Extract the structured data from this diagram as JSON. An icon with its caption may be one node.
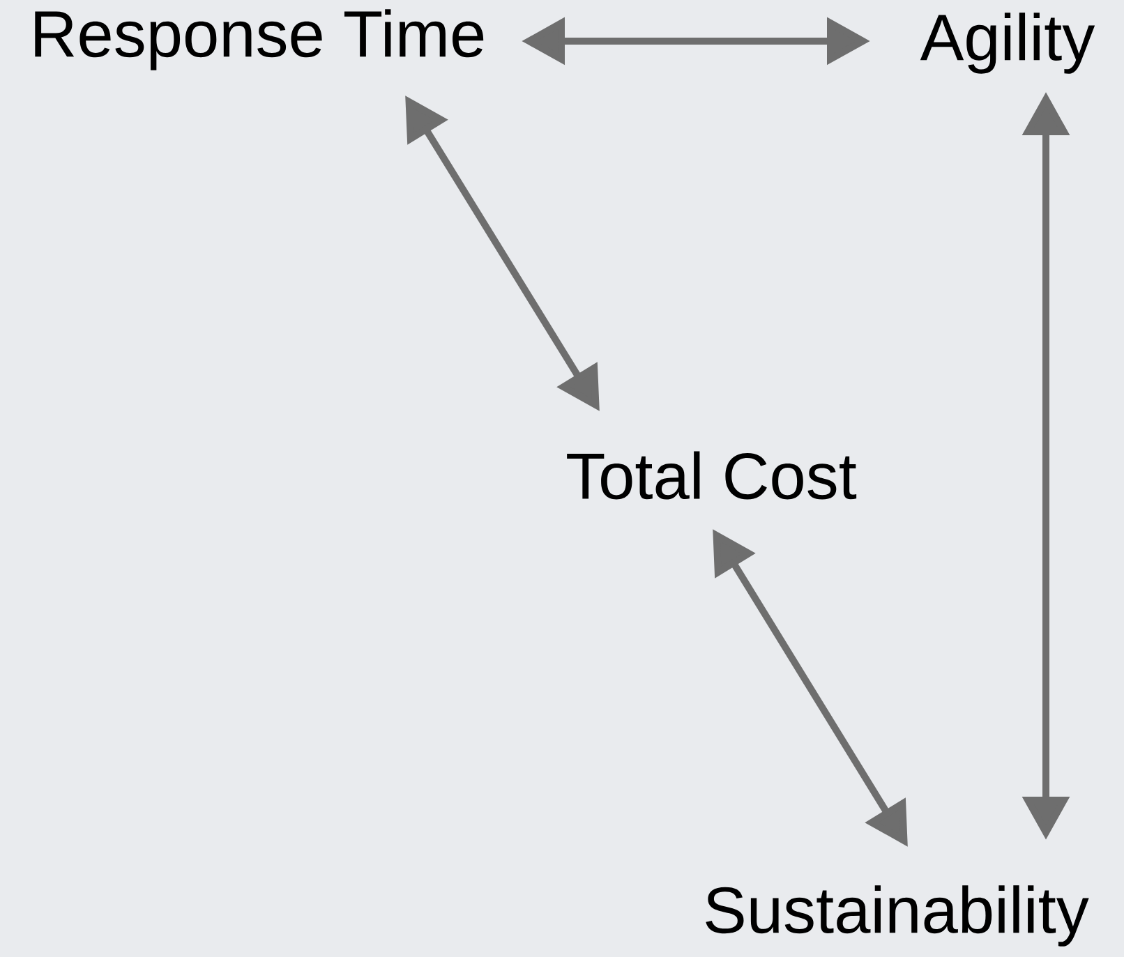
{
  "diagram": {
    "nodes": [
      {
        "text": [
          "Response Time"
        ]
      },
      {
        "text": [
          "Agility"
        ]
      },
      {
        "text": [
          "Total Cost"
        ]
      },
      {
        "text": [
          "Sustainability"
        ]
      }
    ],
    "edges": [
      {
        "from": 0,
        "to": 1,
        "arrow": "both"
      },
      {
        "from": 0,
        "to": 2,
        "arrow": "both"
      },
      {
        "from": 2,
        "to": 3,
        "arrow": "both"
      },
      {
        "from": 1,
        "to": 3,
        "arrow": "both"
      }
    ]
  }
}
